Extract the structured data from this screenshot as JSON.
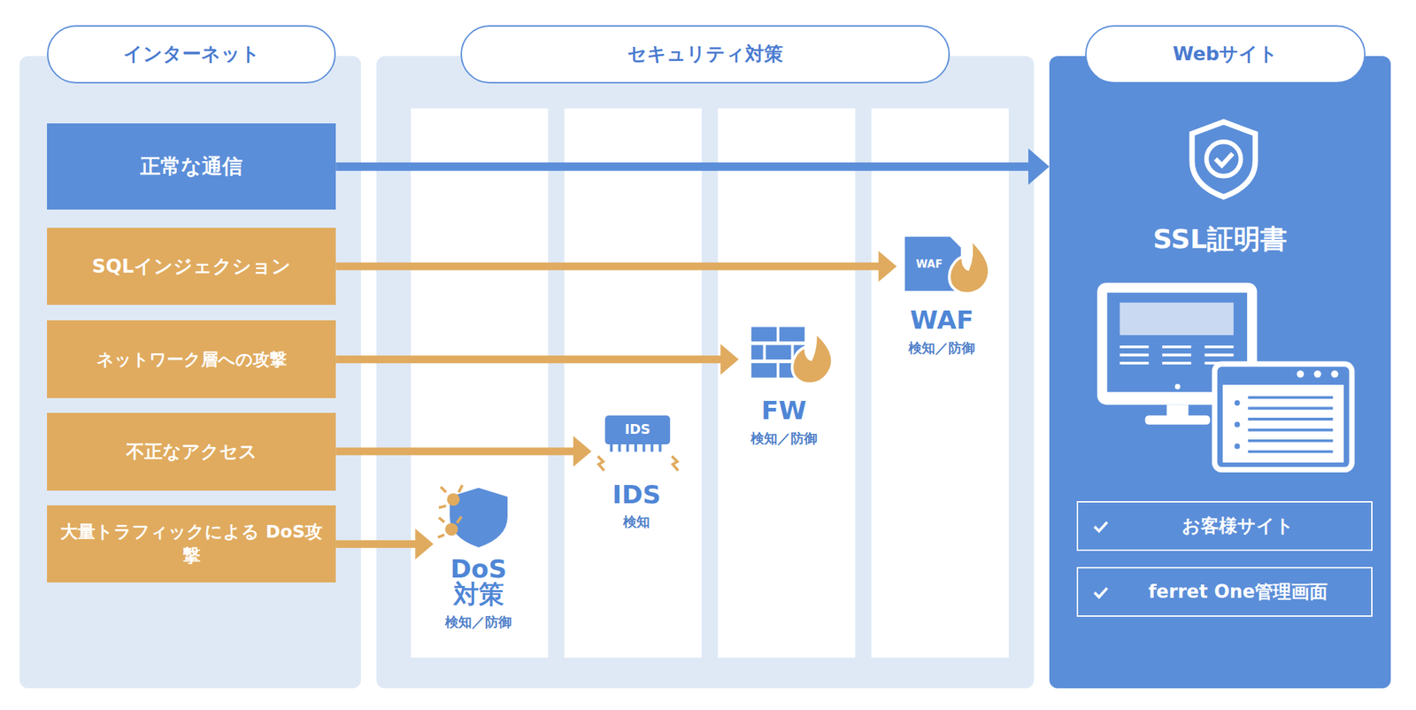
{
  "diagram": {
    "nodes": [
      {
        "text": [
          "インターネット"
        ]
      },
      {
        "text": [
          "正常な通信"
        ],
        "in": 0
      },
      {
        "text": [
          "SQLインジェクション"
        ],
        "in": 0
      },
      {
        "text": [
          "ネットワーク層への攻撃"
        ],
        "in": 0
      },
      {
        "text": [
          "不正なアクセス"
        ],
        "in": 0
      },
      {
        "text": [
          "大量トラフィックによる DoS攻撃"
        ],
        "in": 0
      },
      {
        "text": [
          "セキュリティ対策"
        ]
      },
      {
        "text": [
          "DoS 対策",
          "検知／防御"
        ],
        "in": 6
      },
      {
        "text": [
          "IDS",
          "検知"
        ],
        "in": 6
      },
      {
        "text": [
          "FW",
          "検知／防御"
        ],
        "in": 6
      },
      {
        "text": [
          "WAF",
          "検知／防御"
        ],
        "in": 6
      },
      {
        "text": [
          "Webサイト",
          "SSL証明書"
        ]
      },
      {
        "text": [
          "お客様サイト"
        ],
        "in": 11
      },
      {
        "text": [
          "ferret One管理画面"
        ],
        "in": 11
      }
    ],
    "edges": [
      {
        "from": 1,
        "to": 11,
        "arrow": "to"
      },
      {
        "from": 2,
        "to": 10,
        "arrow": "to"
      },
      {
        "from": 3,
        "to": 9,
        "arrow": "to"
      },
      {
        "from": 4,
        "to": 8,
        "arrow": "to"
      },
      {
        "from": 5,
        "to": 7,
        "arrow": "to"
      }
    ],
    "labels": [
      "IDS",
      "WAF"
    ]
  }
}
